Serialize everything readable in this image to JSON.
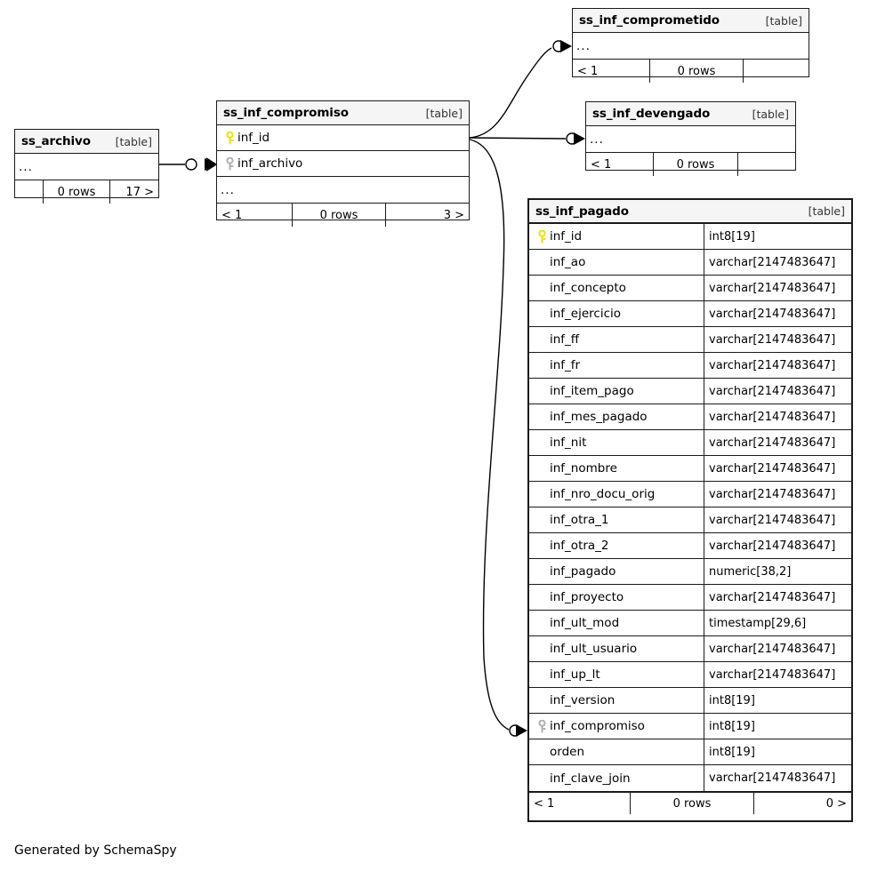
{
  "diagram": {
    "generator_credit": "Generated by SchemaSpy",
    "table_kind_label": "[table]",
    "ellipsis": "...",
    "colors": {
      "primary_key_icon": "#ece300",
      "foreign_key_icon": "#b0b0b0",
      "header_background": "#f5f5f5",
      "border": "#1a1a1a",
      "page_background": "#ffffff"
    }
  },
  "tables": {
    "ss_archivo": {
      "name": "ss_archivo",
      "kind": "[table]",
      "collapsed_marker": "...",
      "footer": {
        "left": "",
        "middle": "0 rows",
        "right": "17 >"
      }
    },
    "ss_inf_compromiso": {
      "name": "ss_inf_compromiso",
      "kind": "[table]",
      "columns": [
        {
          "key": "primary",
          "name": "inf_id",
          "type": ""
        },
        {
          "key": "foreign",
          "name": "inf_archivo",
          "type": ""
        }
      ],
      "collapsed_marker": "...",
      "footer": {
        "left": "< 1",
        "middle": "0 rows",
        "right": "3 >"
      }
    },
    "ss_inf_comprometido": {
      "name": "ss_inf_comprometido",
      "kind": "[table]",
      "collapsed_marker": "...",
      "footer": {
        "left": "< 1",
        "middle": "0 rows",
        "right": ""
      }
    },
    "ss_inf_devengado": {
      "name": "ss_inf_devengado",
      "kind": "[table]",
      "collapsed_marker": "...",
      "footer": {
        "left": "< 1",
        "middle": "0 rows",
        "right": ""
      }
    },
    "ss_inf_pagado": {
      "name": "ss_inf_pagado",
      "kind": "[table]",
      "columns": [
        {
          "key": "primary",
          "name": "inf_id",
          "type": "int8[19]"
        },
        {
          "key": "none",
          "name": "inf_ao",
          "type": "varchar[2147483647]"
        },
        {
          "key": "none",
          "name": "inf_concepto",
          "type": "varchar[2147483647]"
        },
        {
          "key": "none",
          "name": "inf_ejercicio",
          "type": "varchar[2147483647]"
        },
        {
          "key": "none",
          "name": "inf_ff",
          "type": "varchar[2147483647]"
        },
        {
          "key": "none",
          "name": "inf_fr",
          "type": "varchar[2147483647]"
        },
        {
          "key": "none",
          "name": "inf_item_pago",
          "type": "varchar[2147483647]"
        },
        {
          "key": "none",
          "name": "inf_mes_pagado",
          "type": "varchar[2147483647]"
        },
        {
          "key": "none",
          "name": "inf_nit",
          "type": "varchar[2147483647]"
        },
        {
          "key": "none",
          "name": "inf_nombre",
          "type": "varchar[2147483647]"
        },
        {
          "key": "none",
          "name": "inf_nro_docu_orig",
          "type": "varchar[2147483647]"
        },
        {
          "key": "none",
          "name": "inf_otra_1",
          "type": "varchar[2147483647]"
        },
        {
          "key": "none",
          "name": "inf_otra_2",
          "type": "varchar[2147483647]"
        },
        {
          "key": "none",
          "name": "inf_pagado",
          "type": "numeric[38,2]"
        },
        {
          "key": "none",
          "name": "inf_proyecto",
          "type": "varchar[2147483647]"
        },
        {
          "key": "none",
          "name": "inf_ult_mod",
          "type": "timestamp[29,6]"
        },
        {
          "key": "none",
          "name": "inf_ult_usuario",
          "type": "varchar[2147483647]"
        },
        {
          "key": "none",
          "name": "inf_up_lt",
          "type": "varchar[2147483647]"
        },
        {
          "key": "none",
          "name": "inf_version",
          "type": "int8[19]"
        },
        {
          "key": "foreign",
          "name": "inf_compromiso",
          "type": "int8[19]"
        },
        {
          "key": "none",
          "name": "orden",
          "type": "int8[19]"
        },
        {
          "key": "none",
          "name": "inf_clave_join",
          "type": "varchar[2147483647]"
        }
      ],
      "footer": {
        "left": "< 1",
        "middle": "0 rows",
        "right": "0 >"
      }
    }
  },
  "relationships": [
    {
      "name": "archivo-to-compromiso",
      "from": "ss_archivo",
      "to": "ss_inf_compromiso"
    },
    {
      "name": "compromiso-to-comprometido",
      "from": "ss_inf_compromiso",
      "to": "ss_inf_comprometido"
    },
    {
      "name": "compromiso-to-devengado",
      "from": "ss_inf_compromiso",
      "to": "ss_inf_devengado"
    },
    {
      "name": "compromiso-to-pagado",
      "from": "ss_inf_compromiso",
      "to": "ss_inf_pagado"
    }
  ]
}
